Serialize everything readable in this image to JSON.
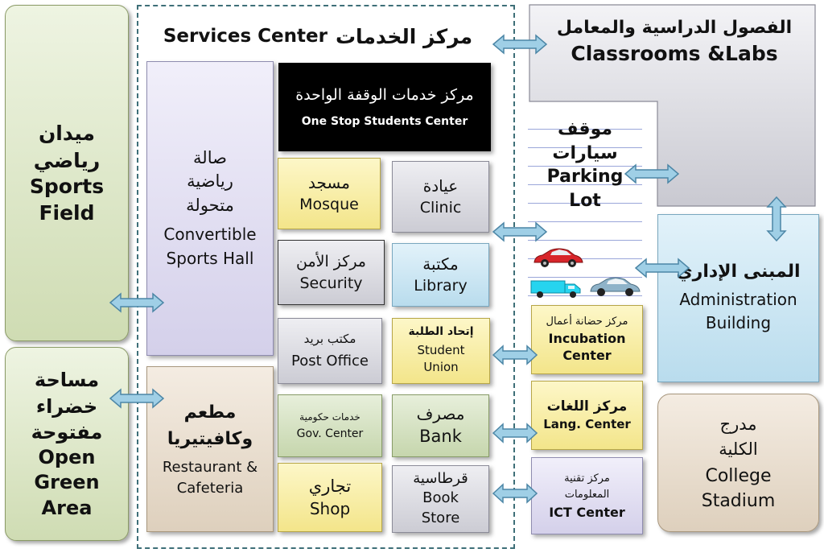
{
  "services_center": {
    "title_ar": "مركز الخدمات",
    "title_en": "Services Center"
  },
  "sports_field": {
    "ar": "ميدان رياضي",
    "en": "Sports Field"
  },
  "open_green_area": {
    "ar": "مساحة خضراء مفتوحة",
    "en": "Open Green Area"
  },
  "sports_hall": {
    "ar": "صالة رياضية متحولة",
    "en": "Convertible Sports Hall"
  },
  "restaurant": {
    "ar": "مطعم وكافيتيريا",
    "en": "Restaurant & Cafeteria"
  },
  "one_stop": {
    "ar": "مركز خدمات الوقفة الواحدة",
    "en": "One Stop Students Center"
  },
  "mosque": {
    "ar": "مسجد",
    "en": "Mosque"
  },
  "clinic": {
    "ar": "عيادة",
    "en": "Clinic"
  },
  "security": {
    "ar": "مركز الأمن",
    "en": "Security"
  },
  "library": {
    "ar": "مكتبة",
    "en": "Library"
  },
  "post_office": {
    "ar": "مكتب بريد",
    "en": "Post Office"
  },
  "student_union": {
    "ar": "إتحاد الطلبة",
    "en": "Student Union"
  },
  "gov_center": {
    "ar": "خدمات حكومية",
    "en": "Gov. Center"
  },
  "bank": {
    "ar": "مصرف",
    "en": "Bank"
  },
  "shop": {
    "ar": "تجاري",
    "en": "Shop"
  },
  "book_store": {
    "ar": "قرطاسية",
    "en": "Book Store"
  },
  "classrooms": {
    "ar": "الفصول الدراسية والمعامل",
    "en": "Classrooms &Labs"
  },
  "parking": {
    "ar1": "موقف",
    "ar2": "سيارات",
    "en1": "Parking",
    "en2": "Lot"
  },
  "administration": {
    "ar": "المبنى الإداري",
    "en": "Administration Building"
  },
  "incubation": {
    "ar": "مركز حضانة أعمال",
    "en": "Incubation Center"
  },
  "lang_center": {
    "ar": "مركز اللغات",
    "en": "Lang. Center"
  },
  "ict_center": {
    "ar": "مركز تقنية المعلومات",
    "en": "ICT Center"
  },
  "stadium": {
    "ar": "مدرج الكلية",
    "en": "College Stadium"
  },
  "colors": {
    "connector_fill": "#9fcfe6",
    "connector_stroke": "#4c86a6",
    "dashed_border": "#3e6f78",
    "car_red": "#d8252a",
    "truck_cyan": "#26d4ef",
    "car_blue": "#8fb3c9"
  }
}
